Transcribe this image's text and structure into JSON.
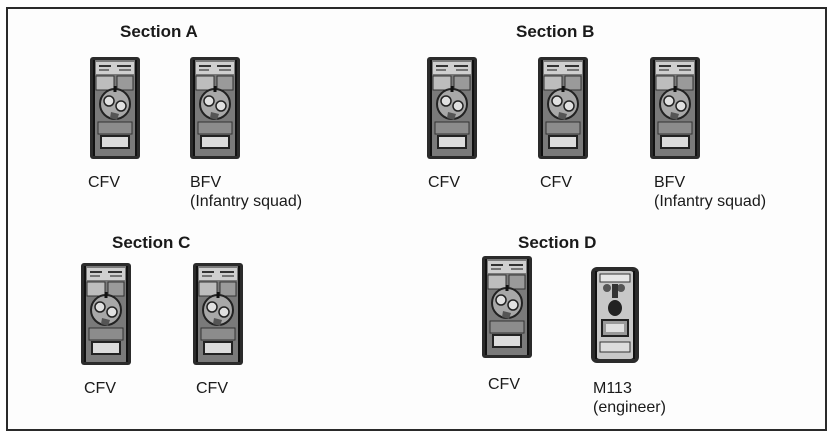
{
  "sections": [
    {
      "title": "Section A",
      "vehicles": [
        {
          "type": "bfv",
          "label": "CFV",
          "sublabel": ""
        },
        {
          "type": "bfv",
          "label": "BFV",
          "sublabel": "(Infantry squad)"
        }
      ]
    },
    {
      "title": "Section B",
      "vehicles": [
        {
          "type": "bfv",
          "label": "CFV",
          "sublabel": ""
        },
        {
          "type": "bfv",
          "label": "CFV",
          "sublabel": ""
        },
        {
          "type": "bfv",
          "label": "BFV",
          "sublabel": "(Infantry squad)"
        }
      ]
    },
    {
      "title": "Section C",
      "vehicles": [
        {
          "type": "bfv",
          "label": "CFV",
          "sublabel": ""
        },
        {
          "type": "bfv",
          "label": "CFV",
          "sublabel": ""
        }
      ]
    },
    {
      "title": "Section D",
      "vehicles": [
        {
          "type": "bfv",
          "label": "CFV",
          "sublabel": ""
        },
        {
          "type": "m113",
          "label": "M113",
          "sublabel": "(engineer)"
        }
      ]
    }
  ]
}
